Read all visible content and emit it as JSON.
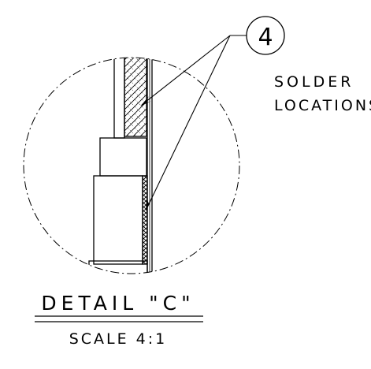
{
  "callout": {
    "number": "4",
    "note_line1": "SOLDER",
    "note_line2": "LOCATIONS"
  },
  "detail": {
    "title": "DETAIL \"C\"",
    "scale": "SCALE 4:1"
  }
}
